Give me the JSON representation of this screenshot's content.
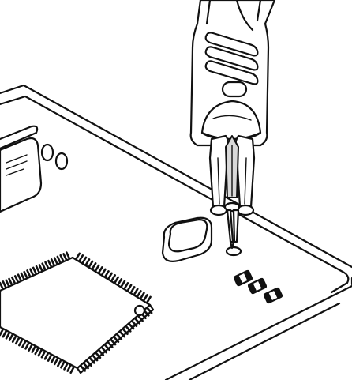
{
  "figure": {
    "description_icon": "probe-tweezers-on-circuit-board-icon",
    "colors": {
      "line": "#111111",
      "fill": "#ffffff",
      "shade": "#d9d9d9"
    },
    "components": {
      "smd_parts": 3,
      "chip_pins_per_side_visible": 24,
      "oval_holes": 2
    }
  }
}
